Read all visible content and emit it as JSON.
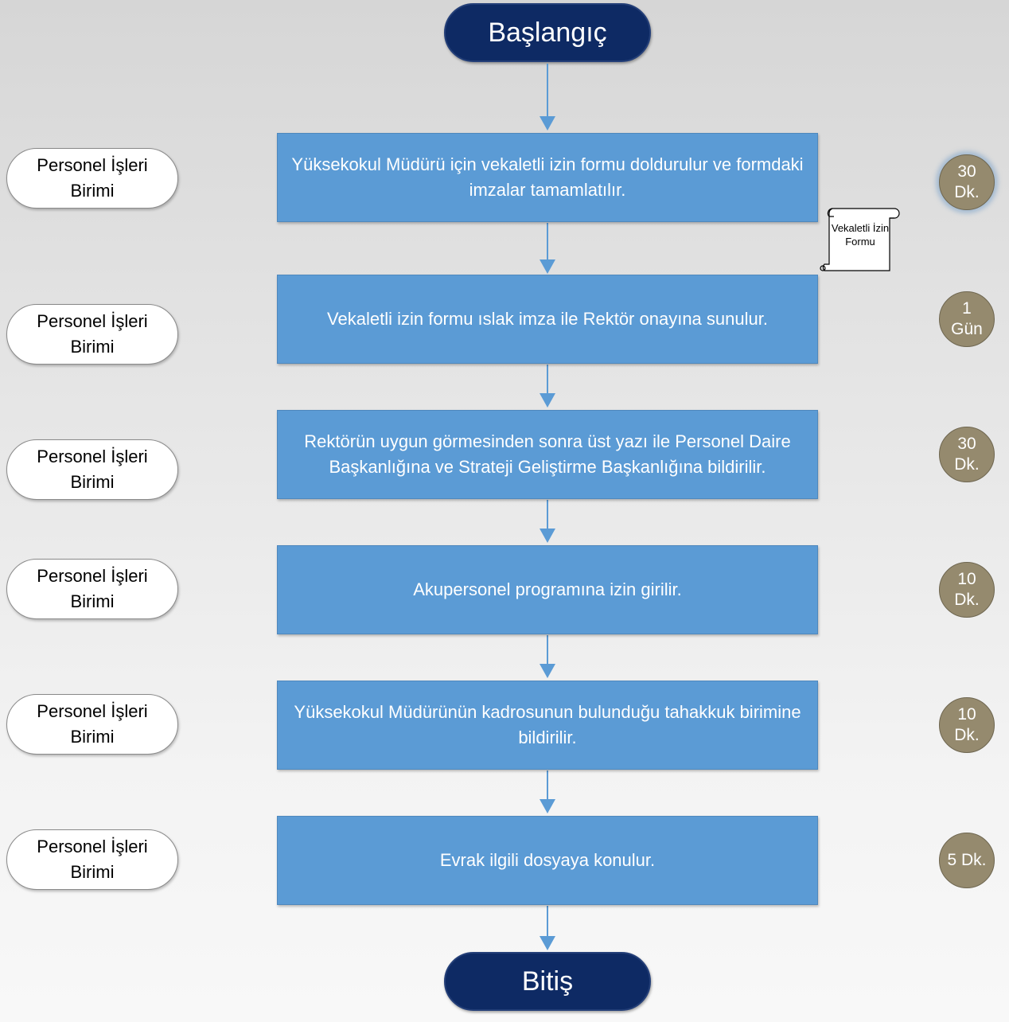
{
  "start": {
    "label": "Başlangıç"
  },
  "end": {
    "label": "Bitiş"
  },
  "document": {
    "label": "Vekaletli İzin Formu"
  },
  "steps": [
    {
      "text": "Yüksekokul Müdürü için vekaletli izin formu doldurulur ve formdaki imzalar tamamlatılır.",
      "unit": "Personel İşleri Birimi",
      "duration": "30 Dk."
    },
    {
      "text": "Vekaletli izin formu ıslak imza ile Rektör onayına sunulur.",
      "unit": "Personel İşleri Birimi",
      "duration": "1 Gün"
    },
    {
      "text": "Rektörün uygun görmesinden sonra üst yazı ile Personel Daire Başkanlığına ve Strateji Geliştirme Başkanlığına bildirilir.",
      "unit": "Personel İşleri Birimi",
      "duration": "30 Dk."
    },
    {
      "text": "Akupersonel programına izin girilir.",
      "unit": "Personel İşleri Birimi",
      "duration": "10 Dk."
    },
    {
      "text": "Yüksekokul Müdürünün kadrosunun bulunduğu tahakkuk birimine bildirilir.",
      "unit": "Personel İşleri Birimi",
      "duration": "10 Dk."
    },
    {
      "text": "Evrak ilgili dosyaya konulur.",
      "unit": "Personel İşleri Birimi",
      "duration": "5 Dk."
    }
  ]
}
